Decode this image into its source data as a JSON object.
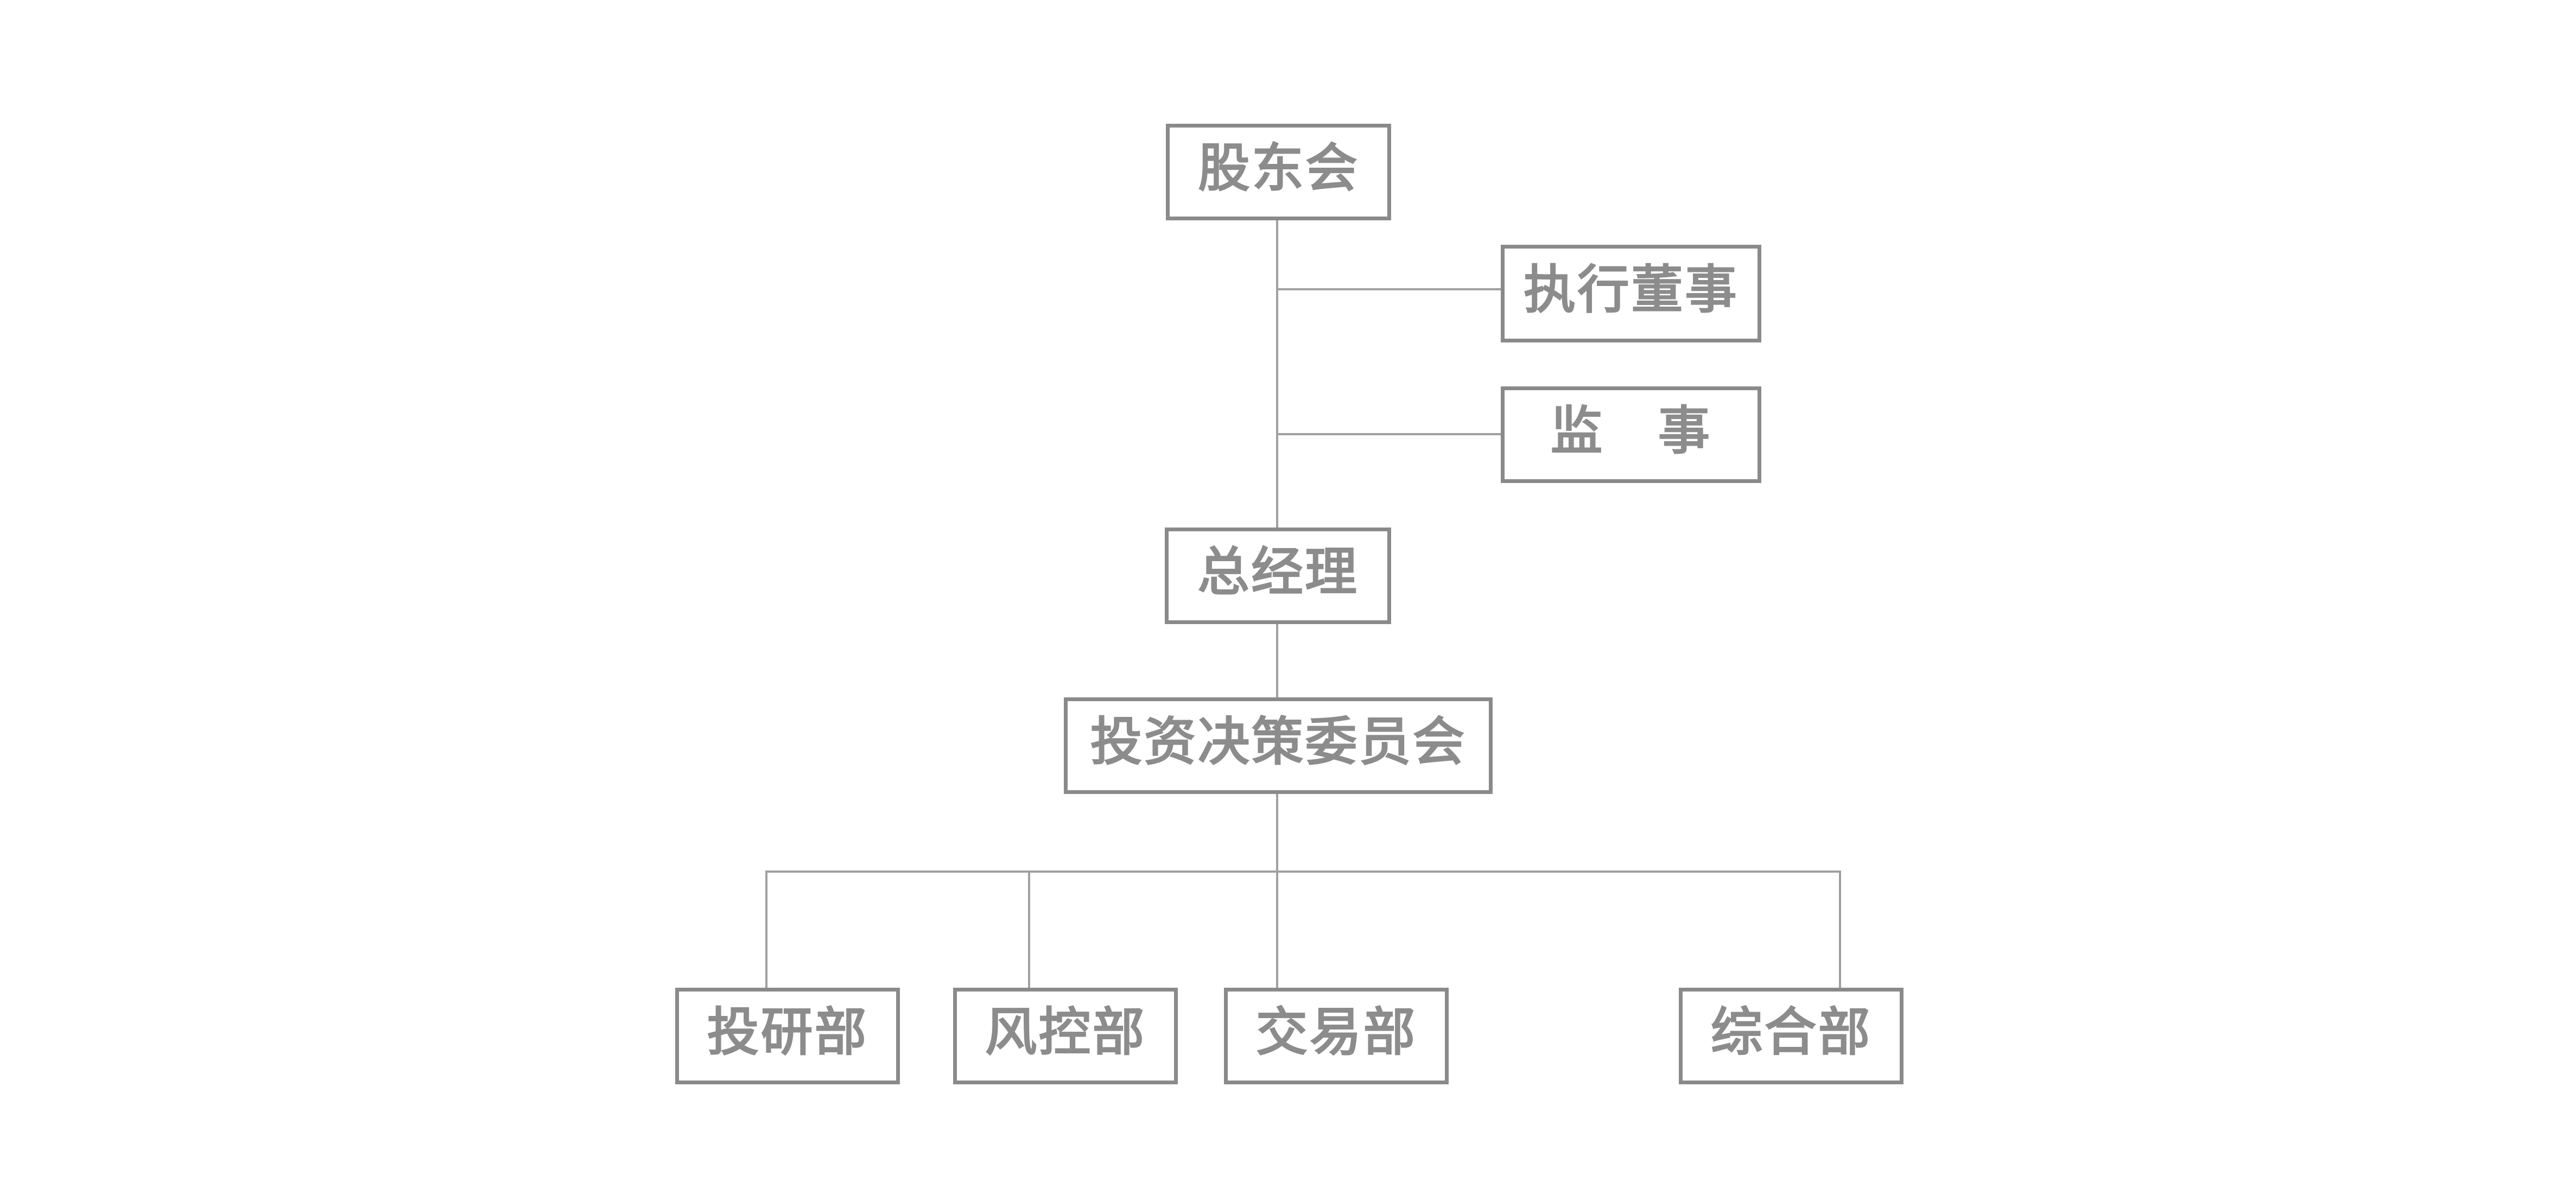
{
  "page": {
    "background_color": "#ffffff"
  },
  "diagram": {
    "type": "org-chart",
    "colors": {
      "box_border": "#8a8a8a",
      "box_fill": "#ffffff",
      "label_text": "#8c8c8c",
      "connector_line": "#a0a0a0"
    },
    "nodes": [
      {
        "id": "shareholders-meeting",
        "label": "股东会"
      },
      {
        "id": "executive-director",
        "label": "执行董事"
      },
      {
        "id": "supervisor",
        "label": "监　事"
      },
      {
        "id": "general-manager",
        "label": "总经理"
      },
      {
        "id": "investment-decision-committee",
        "label": "投资决策委员会"
      },
      {
        "id": "investment-research-dept",
        "label": "投研部"
      },
      {
        "id": "risk-control-dept",
        "label": "风控部"
      },
      {
        "id": "trading-dept",
        "label": "交易部"
      },
      {
        "id": "general-affairs-dept",
        "label": "综合部"
      }
    ],
    "edges": [
      {
        "from": "股东会",
        "to": "执行董事"
      },
      {
        "from": "股东会",
        "to": "监　事"
      },
      {
        "from": "股东会",
        "to": "总经理"
      },
      {
        "from": "总经理",
        "to": "投资决策委员会"
      },
      {
        "from": "投资决策委员会",
        "to": "投研部"
      },
      {
        "from": "投资决策委员会",
        "to": "风控部"
      },
      {
        "from": "投资决策委员会",
        "to": "交易部"
      },
      {
        "from": "投资决策委员会",
        "to": "综合部"
      }
    ]
  }
}
